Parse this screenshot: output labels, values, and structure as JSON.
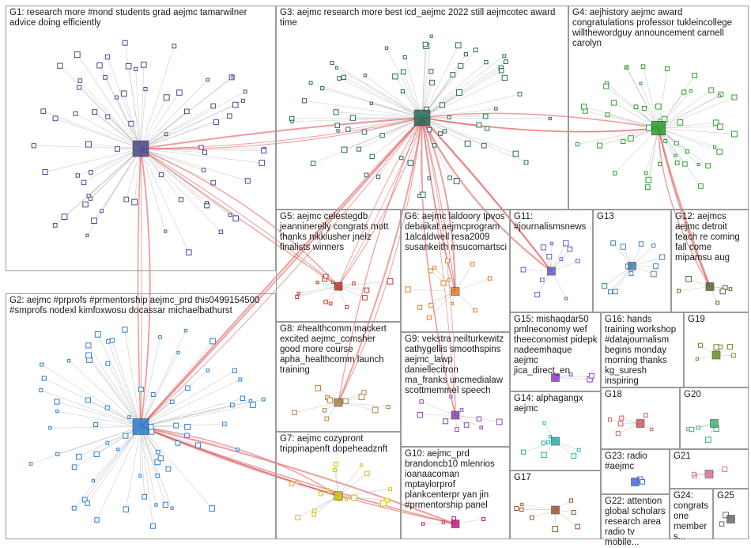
{
  "groups": [
    {
      "id": "G1",
      "label": "G1: research more #nond students grad aejmc tamarwilner\nadvice doing efficiently",
      "color": "#4a4a8a"
    },
    {
      "id": "G2",
      "label": "G2: aejmc #prprofs #prmentorship aejmc_prd this0499154500\n#smprofs nodexl kimfoxwosu docassar michaelbathurst",
      "color": "#2a7fd0"
    },
    {
      "id": "G3",
      "label": "G3: aejmc research more best icd_aejmc 2022 still aejmcotec award\ntime",
      "color": "#2a6a5a"
    },
    {
      "id": "G4",
      "label": "G4: aejhistory aejmc award\ncongratulations professor tukleincollege\nwillthewordguy announcement carnell\ncarolyn",
      "color": "#2ca02c"
    },
    {
      "id": "G5",
      "label": "G5: aejmc celestegdb\njeanninerelly congrats mott\nthanks nikkiusher jnelz\nfinalists winners",
      "color": "#c0392b"
    },
    {
      "id": "G6",
      "label": "G6: aejmc laldoory tpvos\ndebaikat aejmcprogram\n1alcaldwell resa2009\nsusankeith msucomartsci",
      "color": "#e67e22"
    },
    {
      "id": "G7",
      "label": "G7: aejmc cozypront\ntrippinapenft dopeheadznft",
      "color": "#d4c000"
    },
    {
      "id": "G8",
      "label": "G8: #healthcomm mackert\nexcited aejmc_comsher\ngood more course\napha_healthcomm launch\ntraining",
      "color": "#b08040"
    },
    {
      "id": "G9",
      "label": "G9: vekstra neilturkewitz\ncathygellis smoothspins\naejmc_lawp daniellecitron\nma_franks uncmedialaw\nscottmemmel speech",
      "color": "#8e44ad"
    },
    {
      "id": "G10",
      "label": "G10: aejmc_prd\nbrandoncb10 mlenrios\nioanaacoman\nmptaylorprof\nplankcenterpr yan jin\n#prmentorship panel",
      "color": "#c71585"
    },
    {
      "id": "G11",
      "label": "G11:\n#journalismsnews",
      "color": "#6a5acd"
    },
    {
      "id": "G12",
      "label": "G12: aejmcs\naejmc detroit\nteach re coming\nfall come\nmipamsu aug",
      "color": "#556b2f"
    },
    {
      "id": "G13",
      "label": "G13",
      "color": "#4682b4"
    },
    {
      "id": "G14",
      "label": "G14: alphagangx\naejmc",
      "color": "#20b2aa"
    },
    {
      "id": "G15",
      "label": "G15: mishaqdar50\npmlneconomy wef\ntheeconomist pidepk\nnadeemhaque aejmc\njica_direct_en",
      "color": "#9932cc"
    },
    {
      "id": "G16",
      "label": "G16: hands\ntraining workshop\n#datajournalism\nbegins monday\nmorning thanks\nkg_suresh inspiring",
      "color": "#708090"
    },
    {
      "id": "G17",
      "label": "G17",
      "color": "#a0522d"
    },
    {
      "id": "G18",
      "label": "G18",
      "color": "#cd5c5c"
    },
    {
      "id": "G19",
      "label": "G19",
      "color": "#6b8e23"
    },
    {
      "id": "G20",
      "label": "G20",
      "color": "#3cb371"
    },
    {
      "id": "G21",
      "label": "G21",
      "color": "#db7093"
    },
    {
      "id": "G22",
      "label": "G22: attention\nglobal scholars\nresearch area\nradio tv mobile...",
      "color": "#5f9ea0"
    },
    {
      "id": "G23",
      "label": "G23: radio\n#aejmc",
      "color": "#4169e1"
    },
    {
      "id": "G24",
      "label": "G24:\ncongrats\none\nmembers...",
      "color": "#8b4513"
    },
    {
      "id": "G25",
      "label": "G25",
      "color": "#696969"
    }
  ],
  "colors": {
    "edge_red": "#e05050",
    "edge_gray": "#b8b8b8",
    "panel_border": "#9a9a9a"
  }
}
